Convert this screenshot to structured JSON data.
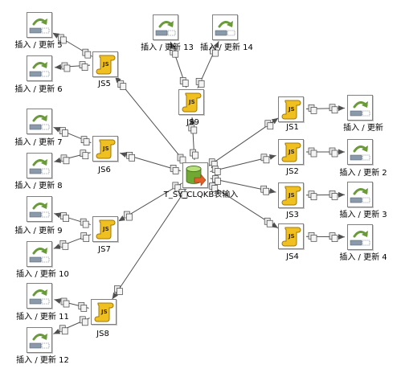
{
  "colors": {
    "hop_line": "#505050",
    "step_border": "#7f7f7f",
    "js_body": "#f0c020",
    "js_edge": "#a07808",
    "upd_arrow": "#6a9a3a",
    "upd_bar": "#8a9aaa",
    "db_green": "#6fa832",
    "db_orange": "#e0622a"
  },
  "steps": [
    {
      "id": "source",
      "name": "T_SY_CLQKB表输入",
      "kind": "table-input",
      "icon": "database-table-input-icon"
    },
    {
      "id": "js1",
      "name": "JS1",
      "kind": "javascript",
      "icon": "javascript-scroll-icon"
    },
    {
      "id": "js2",
      "name": "JS2",
      "kind": "javascript",
      "icon": "javascript-scroll-icon"
    },
    {
      "id": "js3",
      "name": "JS3",
      "kind": "javascript",
      "icon": "javascript-scroll-icon"
    },
    {
      "id": "js4",
      "name": "JS4",
      "kind": "javascript",
      "icon": "javascript-scroll-icon"
    },
    {
      "id": "js5",
      "name": "JS5",
      "kind": "javascript",
      "icon": "javascript-scroll-icon"
    },
    {
      "id": "js6",
      "name": "JS6",
      "kind": "javascript",
      "icon": "javascript-scroll-icon"
    },
    {
      "id": "js7",
      "name": "JS7",
      "kind": "javascript",
      "icon": "javascript-scroll-icon"
    },
    {
      "id": "js8",
      "name": "JS8",
      "kind": "javascript",
      "icon": "javascript-scroll-icon"
    },
    {
      "id": "js9",
      "name": "JS9",
      "kind": "javascript",
      "icon": "javascript-scroll-icon"
    },
    {
      "id": "upd",
      "name": "插入 / 更新",
      "kind": "insert-update",
      "icon": "insert-update-icon"
    },
    {
      "id": "upd2",
      "name": "插入 / 更新 2",
      "kind": "insert-update",
      "icon": "insert-update-icon"
    },
    {
      "id": "upd3",
      "name": "插入 / 更新 3",
      "kind": "insert-update",
      "icon": "insert-update-icon"
    },
    {
      "id": "upd4",
      "name": "插入 / 更新 4",
      "kind": "insert-update",
      "icon": "insert-update-icon"
    },
    {
      "id": "upd5",
      "name": "插入 / 更新 5",
      "kind": "insert-update",
      "icon": "insert-update-icon"
    },
    {
      "id": "upd6",
      "name": "插入 / 更新 6",
      "kind": "insert-update",
      "icon": "insert-update-icon"
    },
    {
      "id": "upd7",
      "name": "插入 / 更新 7",
      "kind": "insert-update",
      "icon": "insert-update-icon"
    },
    {
      "id": "upd8",
      "name": "插入 / 更新 8",
      "kind": "insert-update",
      "icon": "insert-update-icon"
    },
    {
      "id": "upd9",
      "name": "插入 / 更新 9",
      "kind": "insert-update",
      "icon": "insert-update-icon"
    },
    {
      "id": "upd10",
      "name": "插入 / 更新 10",
      "kind": "insert-update",
      "icon": "insert-update-icon"
    },
    {
      "id": "upd11",
      "name": "插入 / 更新 11",
      "kind": "insert-update",
      "icon": "insert-update-icon"
    },
    {
      "id": "upd12",
      "name": "插入 / 更新 12",
      "kind": "insert-update",
      "icon": "insert-update-icon"
    },
    {
      "id": "upd13",
      "name": "插入 / 更新 13",
      "kind": "insert-update",
      "icon": "insert-update-icon"
    },
    {
      "id": "upd14",
      "name": "插入 / 更新 14",
      "kind": "insert-update",
      "icon": "insert-update-icon"
    }
  ],
  "hops": [
    {
      "from": "source",
      "to": "js1"
    },
    {
      "from": "source",
      "to": "js2"
    },
    {
      "from": "source",
      "to": "js3"
    },
    {
      "from": "source",
      "to": "js4"
    },
    {
      "from": "source",
      "to": "js5"
    },
    {
      "from": "source",
      "to": "js6"
    },
    {
      "from": "source",
      "to": "js7"
    },
    {
      "from": "source",
      "to": "js8"
    },
    {
      "from": "source",
      "to": "js9"
    },
    {
      "from": "js1",
      "to": "upd"
    },
    {
      "from": "js2",
      "to": "upd2"
    },
    {
      "from": "js3",
      "to": "upd3"
    },
    {
      "from": "js4",
      "to": "upd4"
    },
    {
      "from": "js5",
      "to": "upd5"
    },
    {
      "from": "js5",
      "to": "upd6"
    },
    {
      "from": "js6",
      "to": "upd7"
    },
    {
      "from": "js6",
      "to": "upd8"
    },
    {
      "from": "js7",
      "to": "upd9"
    },
    {
      "from": "js7",
      "to": "upd10"
    },
    {
      "from": "js8",
      "to": "upd11"
    },
    {
      "from": "js8",
      "to": "upd12"
    },
    {
      "from": "js9",
      "to": "upd13"
    },
    {
      "from": "js9",
      "to": "upd14"
    }
  ]
}
